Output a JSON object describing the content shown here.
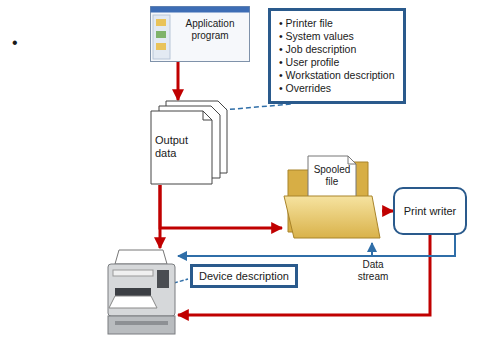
{
  "diagram": {
    "nodes": [
      {
        "text": [
          "Application program"
        ]
      },
      {
        "text": [
          "• Printer file",
          "• System values",
          "• Job description",
          "• User profile",
          "• Workstation description",
          "• Overrides"
        ]
      },
      {
        "text": [
          "Output data"
        ]
      },
      {
        "text": [
          "Spooled file"
        ]
      },
      {
        "text": [
          "Print writer"
        ]
      },
      {
        "text": [
          "Device description"
        ]
      }
    ],
    "edges": [
      {
        "from": 0,
        "to": 2,
        "arrow": "to"
      },
      {
        "from": 2,
        "to": 1,
        "arrow": "none"
      },
      {
        "from": 2,
        "to": 3,
        "arrow": "to"
      },
      {
        "from": 2,
        "to": 5,
        "arrow": "to"
      },
      {
        "from": 3,
        "to": 4,
        "arrow": "to"
      },
      {
        "from": 4,
        "to": 5,
        "arrow": "to"
      },
      {
        "from": 4,
        "to": 5,
        "label": "Data stream",
        "arrow": "to"
      }
    ],
    "labels": [
      "•"
    ]
  }
}
